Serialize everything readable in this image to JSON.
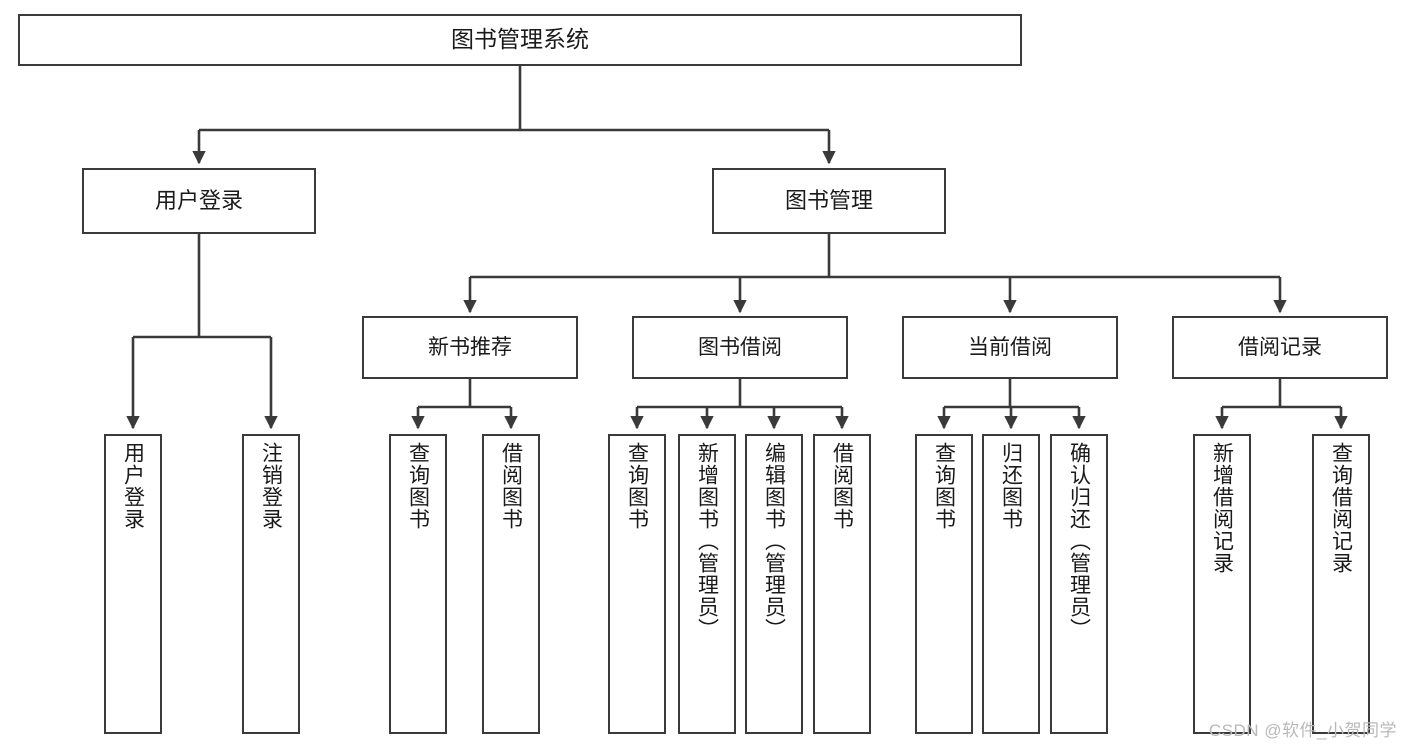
{
  "diagram": {
    "title": "图书管理系统",
    "type": "hierarchy-tree",
    "colors": {
      "box_border": "#3a3a3a",
      "box_fill": "#ffffff",
      "connector": "#3a3a3a",
      "text": "#1a1a1a",
      "watermark": "#b9b9b9",
      "background": "#ffffff"
    },
    "nodes": {
      "root": {
        "label": "图书管理系统"
      },
      "level2": [
        {
          "id": "user-login",
          "label": "用户登录"
        },
        {
          "id": "book-management",
          "label": "图书管理"
        }
      ],
      "level3": [
        {
          "id": "new-book-recommend",
          "label": "新书推荐"
        },
        {
          "id": "book-borrow",
          "label": "图书借阅"
        },
        {
          "id": "current-borrow",
          "label": "当前借阅"
        },
        {
          "id": "borrow-record",
          "label": "借阅记录"
        }
      ],
      "leaves": {
        "user-login": [
          {
            "id": "leaf-user-login",
            "label": "用户登录"
          },
          {
            "id": "leaf-logout-login",
            "label": "注销登录"
          }
        ],
        "new-book-recommend": [
          {
            "id": "leaf-query-book-1",
            "label": "查询图书"
          },
          {
            "id": "leaf-borrow-book-1",
            "label": "借阅图书"
          }
        ],
        "book-borrow": [
          {
            "id": "leaf-query-book-2",
            "label": "查询图书"
          },
          {
            "id": "leaf-add-book",
            "label": "新增图书（管理员）"
          },
          {
            "id": "leaf-edit-book",
            "label": "编辑图书（管理员）"
          },
          {
            "id": "leaf-borrow-book-2",
            "label": "借阅图书"
          }
        ],
        "current-borrow": [
          {
            "id": "leaf-query-book-3",
            "label": "查询图书"
          },
          {
            "id": "leaf-return-book",
            "label": "归还图书"
          },
          {
            "id": "leaf-confirm-return",
            "label": "确认归还（管理员）"
          }
        ],
        "borrow-record": [
          {
            "id": "leaf-add-record",
            "label": "新增借阅记录"
          },
          {
            "id": "leaf-query-record",
            "label": "查询借阅记录"
          }
        ]
      }
    },
    "watermark": "CSDN @软件_小贺同学"
  }
}
